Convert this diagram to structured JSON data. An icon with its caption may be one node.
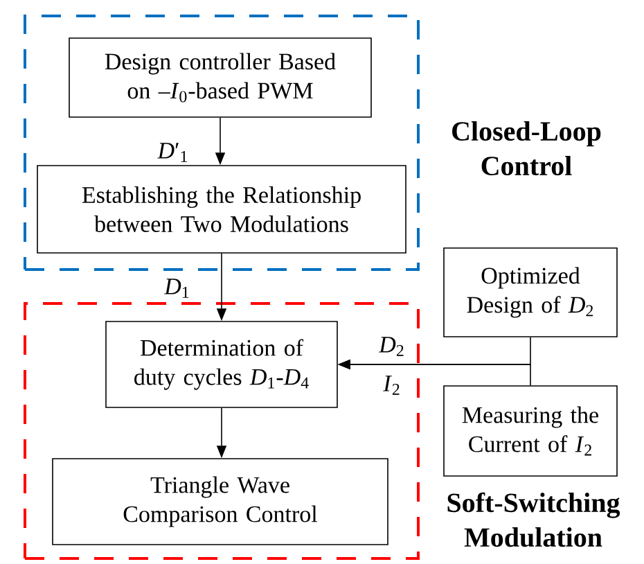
{
  "diagram": {
    "nodes": [
      {
        "text": [
          "Closed-Loop Control"
        ]
      },
      {
        "text": [
          "Design controller Based on –*I*$_{0}$-based PWM"
        ],
        "in": 0
      },
      {
        "text": [
          "Establishing the Relationship between Two Modulations"
        ],
        "in": 0
      },
      {
        "text": [
          "Soft-Switching Modulation"
        ]
      },
      {
        "text": [
          "Determination of duty cycles *D*$_{1}$-*D*$_{4}$"
        ],
        "in": 3
      },
      {
        "text": [
          "Triangle Wave Comparison Control"
        ],
        "in": 3
      },
      {
        "text": [
          "Optimized Design of *D*$_{2}$"
        ]
      },
      {
        "text": [
          "Measuring the Current of *I*$_{2}$"
        ]
      }
    ],
    "edges": [
      {
        "from": 1,
        "to": 2,
        "arrow": "to",
        "label": "*D*′$_{1}$"
      },
      {
        "from": 2,
        "to": 4,
        "arrow": "to",
        "label": "*D*$_{1}$"
      },
      {
        "from": 6,
        "to": 4,
        "arrow": "to",
        "label": "*D*$_{2}$"
      },
      {
        "from": 7,
        "to": 4,
        "arrow": "to",
        "label": "*I*$_{2}$"
      },
      {
        "from": 4,
        "to": 5,
        "arrow": "to"
      }
    ]
  }
}
